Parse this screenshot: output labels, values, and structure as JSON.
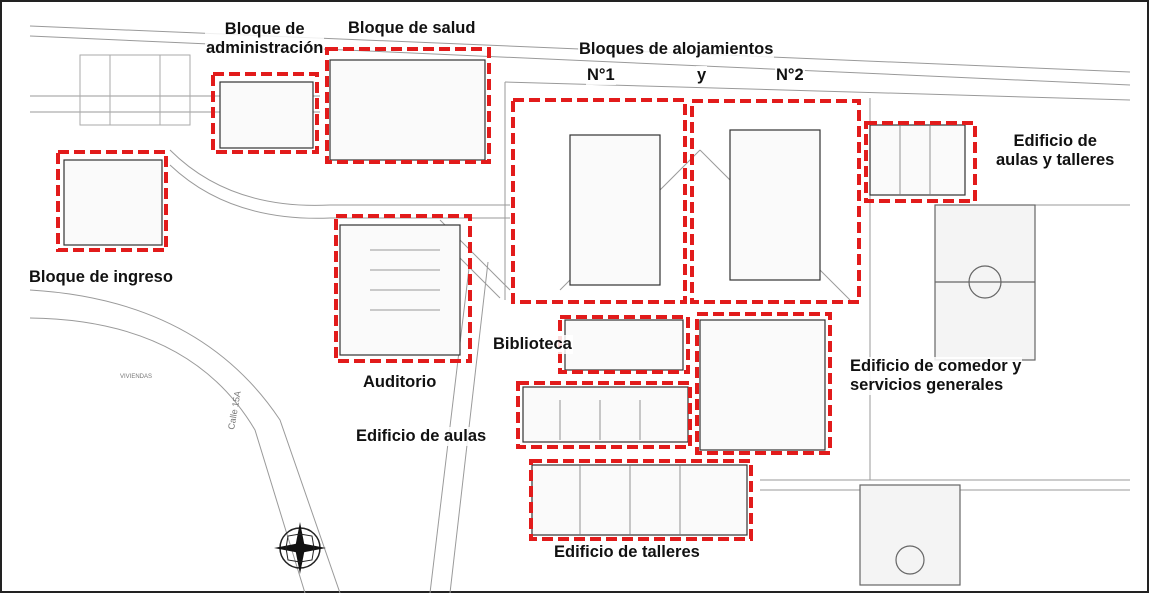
{
  "plan": {
    "street_label": "Calle 15A",
    "area_label": "VIVIENDAS",
    "zone_color": "#e21b1b",
    "compass_icon": "compass-rose-icon"
  },
  "labels": {
    "bloque_admin_line1": "Bloque de",
    "bloque_admin_line2": "administración",
    "bloque_salud": "Bloque de salud",
    "alojamientos_title": "Bloques de alojamientos",
    "alojamientos_n1": "N°1",
    "alojamientos_y": "y",
    "alojamientos_n2": "N°2",
    "aulas_talleres_line1": "Edificio de",
    "aulas_talleres_line2": "aulas y talleres",
    "bloque_ingreso": "Bloque de ingreso",
    "auditorio": "Auditorio",
    "biblioteca": "Biblioteca",
    "comedor_line1": "Edificio de comedor y",
    "comedor_line2": "servicios generales",
    "edificio_aulas": "Edificio de aulas",
    "edificio_talleres": "Edificio de talleres"
  }
}
